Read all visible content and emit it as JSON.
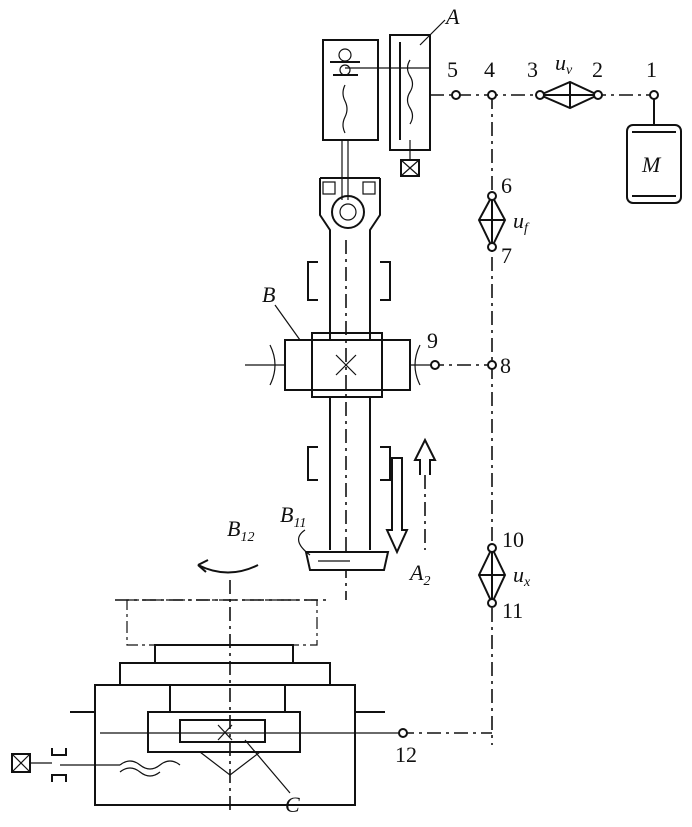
{
  "labels": {
    "A": "A",
    "B": "B",
    "C": "C",
    "M": "M",
    "uv": "u",
    "uv_sub": "v",
    "uf": "u",
    "uf_sub": "f",
    "ux": "u",
    "ux_sub": "x",
    "B11": "B",
    "B11_sub": "11",
    "B12": "B",
    "B12_sub": "12",
    "A2": "A",
    "A2_sub": "2"
  },
  "nodes": [
    "1",
    "2",
    "3",
    "4",
    "5",
    "6",
    "7",
    "8",
    "9",
    "10",
    "11",
    "12"
  ]
}
